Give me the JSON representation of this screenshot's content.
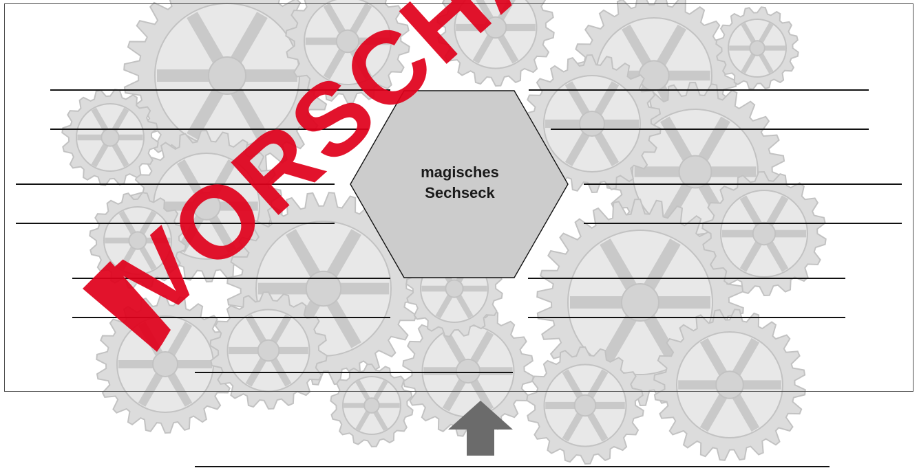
{
  "worksheet": {
    "hexagon_label_line1": "magisches",
    "hexagon_label_line2": "Sechseck",
    "watermark_text": "VORSCHAU"
  },
  "colors": {
    "gear_fill": "#d6d6d6",
    "gear_stroke": "#bdbdbd",
    "hexagon_fill": "#cccccc",
    "line_color": "#111111",
    "watermark_red": "#e0001b",
    "arrow_gray": "#6b6b6b"
  },
  "icons": {
    "background": "gear-cogs-pattern",
    "arrow": "arrow-up-icon",
    "checkmark": "checkmark-icon"
  }
}
